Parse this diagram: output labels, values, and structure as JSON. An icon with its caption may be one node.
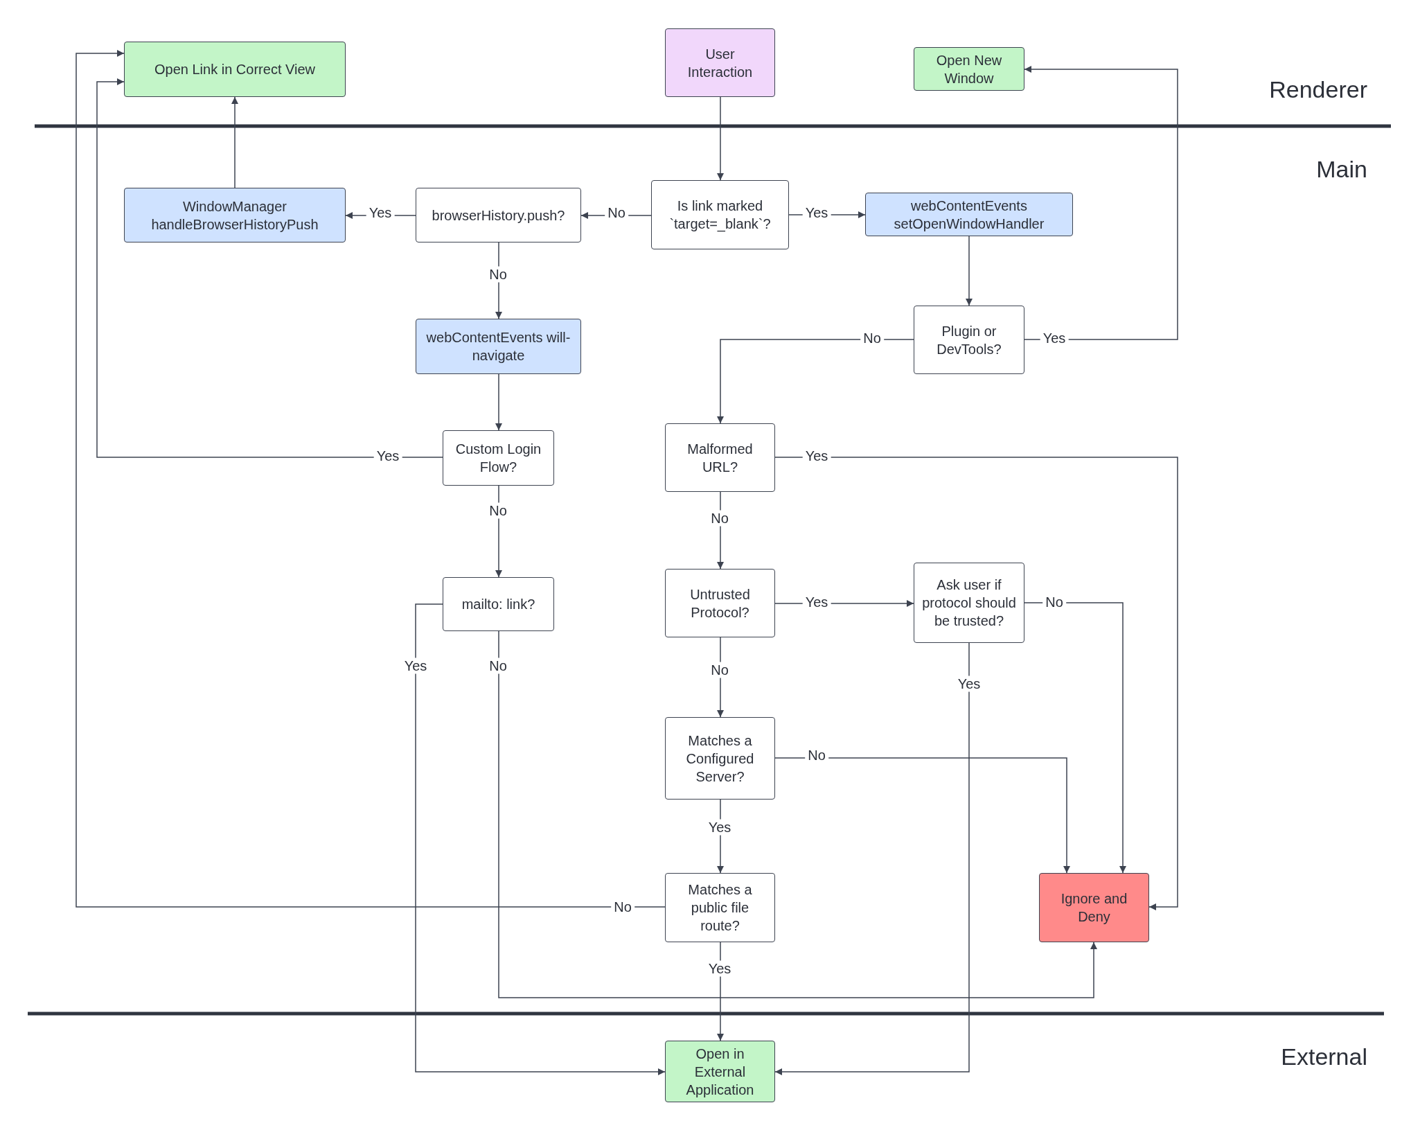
{
  "diagram": {
    "nodes": [
      {
        "text": [
          "Open Link in Correct View"
        ]
      },
      {
        "text": [
          "User Interaction"
        ]
      },
      {
        "text": [
          "Open New Window"
        ]
      },
      {
        "text": [
          "WindowManager handleBrowserHistoryPush"
        ]
      },
      {
        "text": [
          "browserHistory.push?"
        ]
      },
      {
        "text": [
          "Is link marked `target=_blank`?"
        ]
      },
      {
        "text": [
          "webContentEvents setOpenWindowHandler"
        ]
      },
      {
        "text": [
          "webContentEvents will-navigate"
        ]
      },
      {
        "text": [
          "Plugin or DevTools?"
        ]
      },
      {
        "text": [
          "Custom Login Flow?"
        ]
      },
      {
        "text": [
          "Malformed URL?"
        ]
      },
      {
        "text": [
          "mailto: link?"
        ]
      },
      {
        "text": [
          "Untrusted Protocol?"
        ]
      },
      {
        "text": [
          "Ask user if protocol should be trusted?"
        ]
      },
      {
        "text": [
          "Matches a Configured Server?"
        ]
      },
      {
        "text": [
          "Matches a public file route?"
        ]
      },
      {
        "text": [
          "Ignore and Deny"
        ]
      },
      {
        "text": [
          "Open in External Application"
        ]
      }
    ],
    "edges": [
      {
        "from": 1,
        "to": 5,
        "arrow": "to"
      },
      {
        "from": 5,
        "to": 6,
        "arrow": "to",
        "label": "Yes"
      },
      {
        "from": 5,
        "to": 4,
        "arrow": "to",
        "label": "No"
      },
      {
        "from": 4,
        "to": 3,
        "arrow": "to",
        "label": "Yes"
      },
      {
        "from": 3,
        "to": 0,
        "arrow": "to"
      },
      {
        "from": 4,
        "to": 7,
        "arrow": "to",
        "label": "No"
      },
      {
        "from": 6,
        "to": 8,
        "arrow": "to"
      },
      {
        "from": 8,
        "to": 2,
        "arrow": "to",
        "label": "Yes"
      },
      {
        "from": 8,
        "to": 10,
        "arrow": "to",
        "label": "No"
      },
      {
        "from": 7,
        "to": 9,
        "arrow": "to"
      },
      {
        "from": 9,
        "to": 0,
        "arrow": "to",
        "label": "Yes"
      },
      {
        "from": 9,
        "to": 11,
        "arrow": "to",
        "label": "No"
      },
      {
        "from": 10,
        "to": 16,
        "arrow": "to",
        "label": "Yes"
      },
      {
        "from": 10,
        "to": 12,
        "arrow": "to",
        "label": "No"
      },
      {
        "from": 12,
        "to": 13,
        "arrow": "to",
        "label": "Yes"
      },
      {
        "from": 12,
        "to": 14,
        "arrow": "to",
        "label": "No"
      },
      {
        "from": 13,
        "to": 16,
        "arrow": "to",
        "label": "No"
      },
      {
        "from": 13,
        "to": 17,
        "arrow": "to",
        "label": "Yes"
      },
      {
        "from": 14,
        "to": 16,
        "arrow": "to",
        "label": "No"
      },
      {
        "from": 14,
        "to": 15,
        "arrow": "to",
        "label": "Yes"
      },
      {
        "from": 15,
        "to": 0,
        "arrow": "to",
        "label": "No"
      },
      {
        "from": 15,
        "to": 17,
        "arrow": "to",
        "label": "Yes"
      },
      {
        "from": 11,
        "to": 17,
        "arrow": "to",
        "label": "Yes"
      },
      {
        "from": 11,
        "to": 16,
        "arrow": "to",
        "label": "No"
      }
    ],
    "labels": [
      "Renderer",
      "Main",
      "External"
    ]
  }
}
